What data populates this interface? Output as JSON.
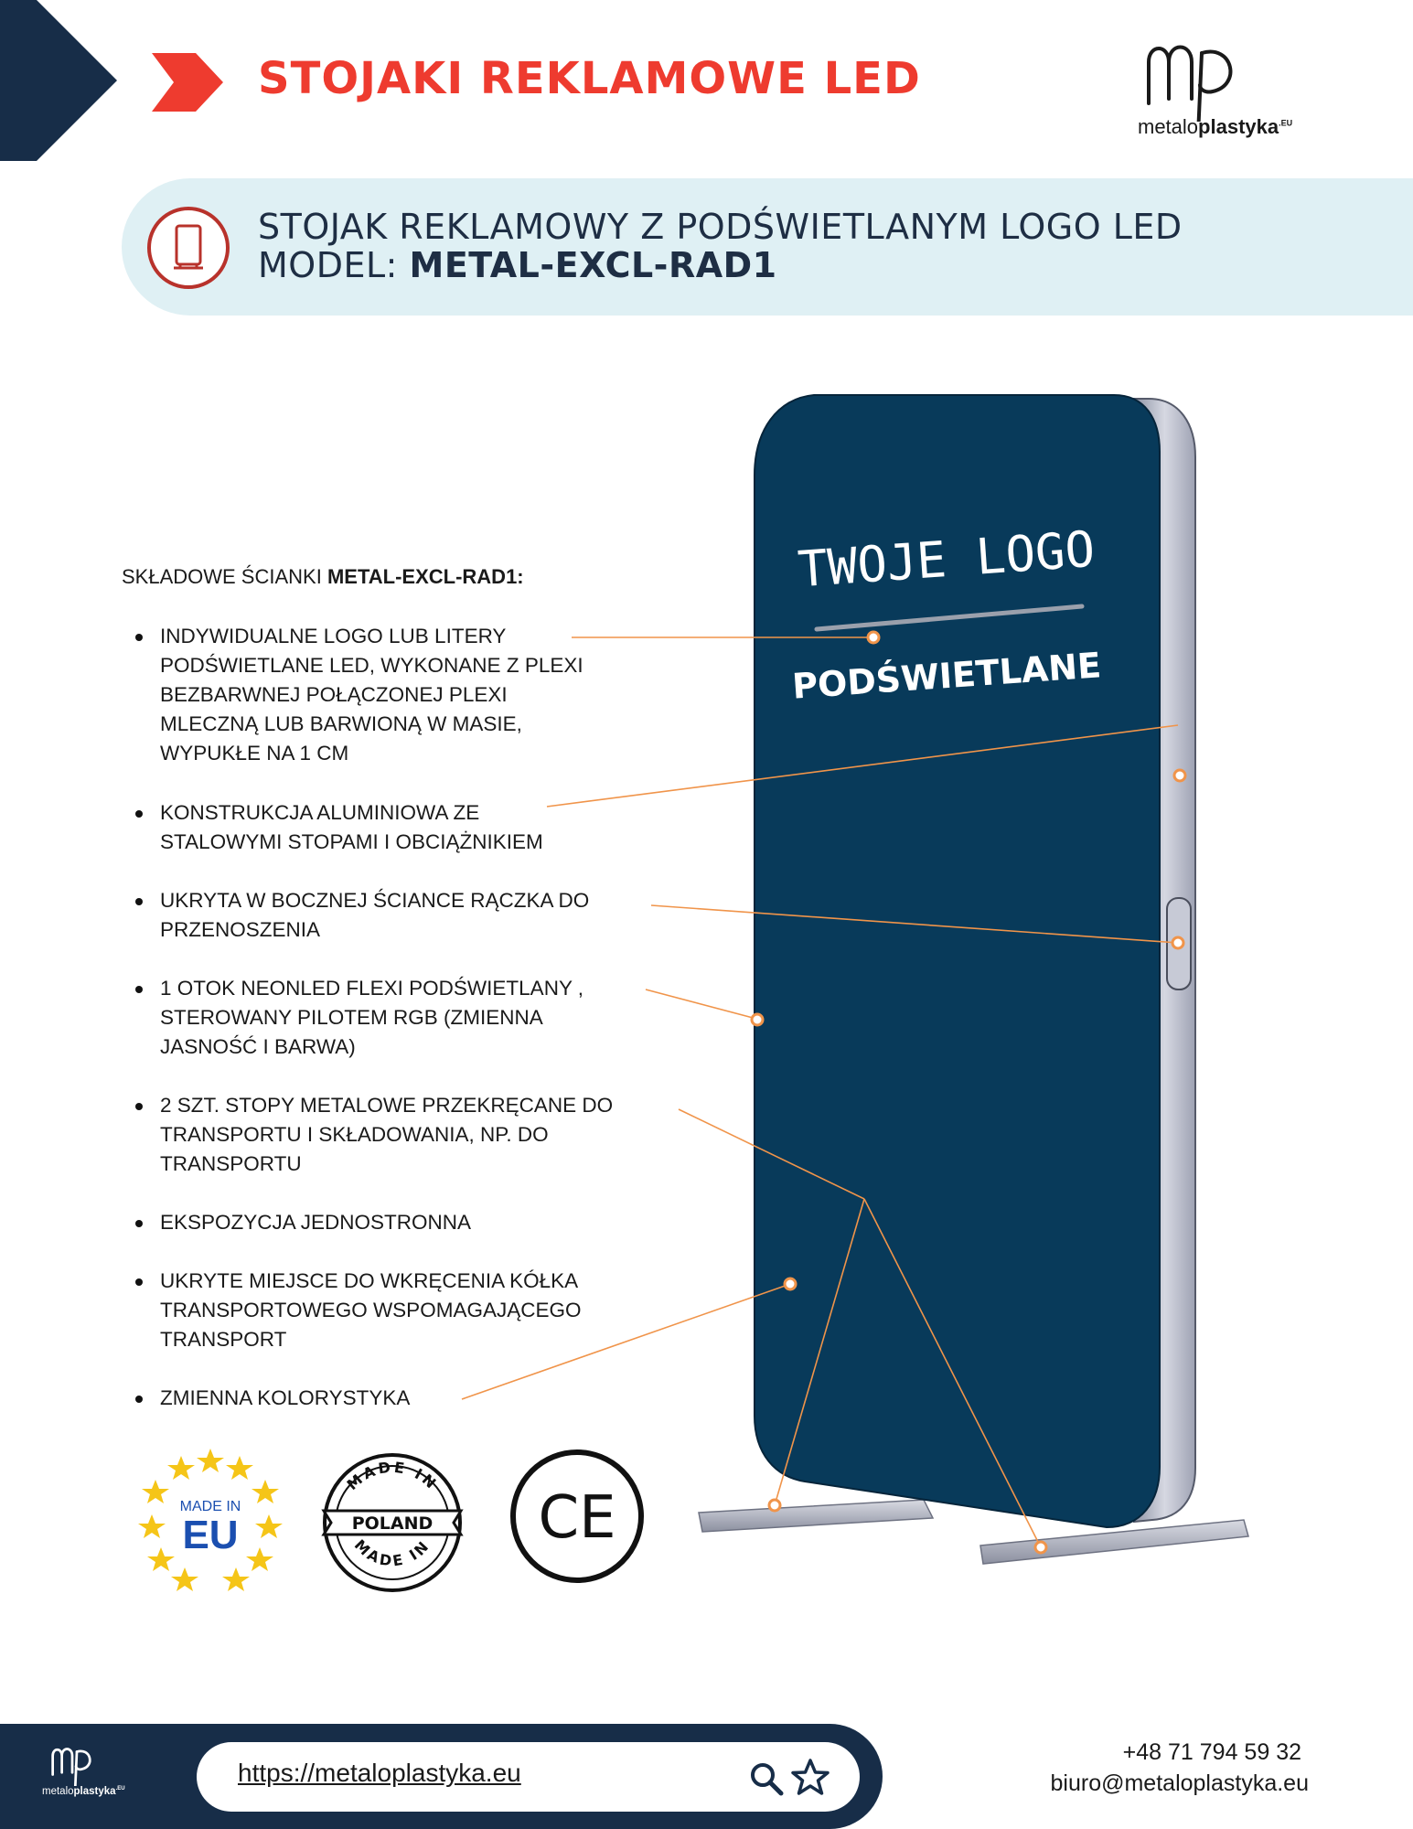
{
  "header": {
    "title": "STOJAKI REKLAMOWE LED",
    "brand": {
      "name_light": "metalo",
      "name_bold": "plastyka",
      "suffix": ".EU"
    }
  },
  "banner": {
    "line1": "STOJAK REKLAMOWY Z PODŚWIETLANYM LOGO LED",
    "model_label": "MODEL: ",
    "model_value": "METAL-EXCL-RAD1",
    "icon": "stand-icon"
  },
  "features": {
    "heading_prefix": "SKŁADOWE ŚCIANKI ",
    "heading_model": "METAL-EXCL-RAD1:",
    "items": [
      "INDYWIDUALNE LOGO LUB LITERY\nPODŚWIETLANE LED, WYKONANE Z PLEXI\nBEZBARWNEJ POŁĄCZONEJ  PLEXI\nMLECZNĄ LUB BARWIONĄ W MASIE,\nWYPUKŁE NA 1 CM",
      "KONSTRUKCJA ALUMINIOWA ZE\nSTALOWYMI STOPAMI I OBCIĄŻNIKIEM",
      "UKRYTA W BOCZNEJ ŚCIANCE RĄCZKA DO\nPRZENOSZENIA",
      "1 OTOK NEONLED FLEXI PODŚWIETLANY ,\nSTEROWANY PILOTEM RGB (ZMIENNA\nJASNOŚĆ I BARWA)",
      "2 SZT. STOPY METALOWE PRZEKRĘCANE DO\nTRANSPORTU I SKŁADOWANIA, NP. DO\nTRANSPORTU",
      "EKSPOZYCJA JEDNOSTRONNA",
      "UKRYTE MIEJSCE DO WKRĘCENIA KÓŁKA\nTRANSPORTOWEGO WSPOMAGAJĄCEGO\nTRANSPORT",
      "ZMIENNA KOLORYSTYKA"
    ]
  },
  "product": {
    "logo_line1": "TWOJE LOGO",
    "logo_line2": "PODŚWIETLANE",
    "panel_color": "#083a5a",
    "callout_color": "#f0944a"
  },
  "badges": {
    "eu": {
      "top": "MADE IN",
      "big": "EU"
    },
    "poland": {
      "top": "MADE IN",
      "middle": "POLAND",
      "bottom": "MADE IN"
    },
    "ce": "CE"
  },
  "footer": {
    "url": "https://metaloplastyka.eu",
    "phone": "+48 71 794 59 32",
    "email": "biuro@metaloplastyka.eu"
  },
  "colors": {
    "navy": "#172d48",
    "red": "#ee3b2f",
    "banner_bg": "#dff0f4"
  }
}
